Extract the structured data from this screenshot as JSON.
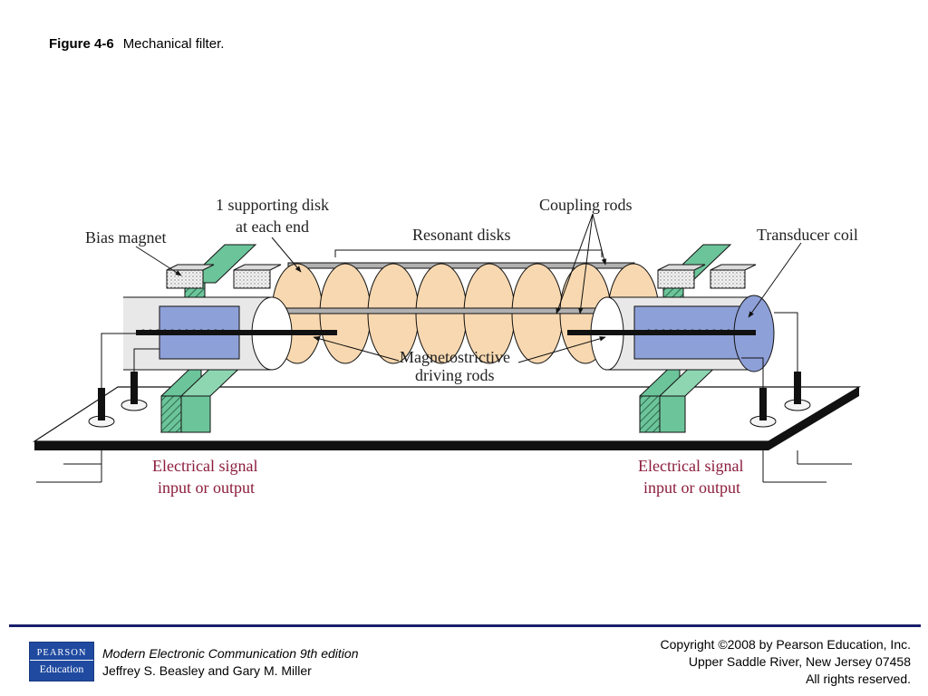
{
  "caption": {
    "figure_number": "Figure 4-6",
    "title": "Mechanical filter."
  },
  "diagram": {
    "labels": {
      "supporting_disk_line1": "1 supporting disk",
      "supporting_disk_line2": "at each end",
      "coupling_rods": "Coupling rods",
      "bias_magnet": "Bias magnet",
      "resonant_disks": "Resonant disks",
      "transducer_coil": "Transducer coil",
      "magnetostrictive_line1": "Magnetostrictive",
      "magnetostrictive_line2": "driving rods",
      "signal_left_line1": "Electrical signal",
      "signal_left_line2": "input or output",
      "signal_right_line1": "Electrical signal",
      "signal_right_line2": "input or output"
    },
    "colors": {
      "magnet_green": "#6cc49a",
      "disk_peach": "#f8d8b0",
      "coil_blue": "#8ea0d8",
      "signal_text": "#8c1d3c"
    }
  },
  "footer": {
    "logo_top": "PEARSON",
    "logo_bottom": "Education",
    "book_title": "Modern Electronic Communication 9th edition",
    "authors": "Jeffrey S. Beasley and Gary M. Miller",
    "copyright_line1": "Copyright ©2008 by Pearson Education, Inc.",
    "copyright_line2": "Upper Saddle River, New Jersey 07458",
    "copyright_line3": "All rights reserved."
  }
}
